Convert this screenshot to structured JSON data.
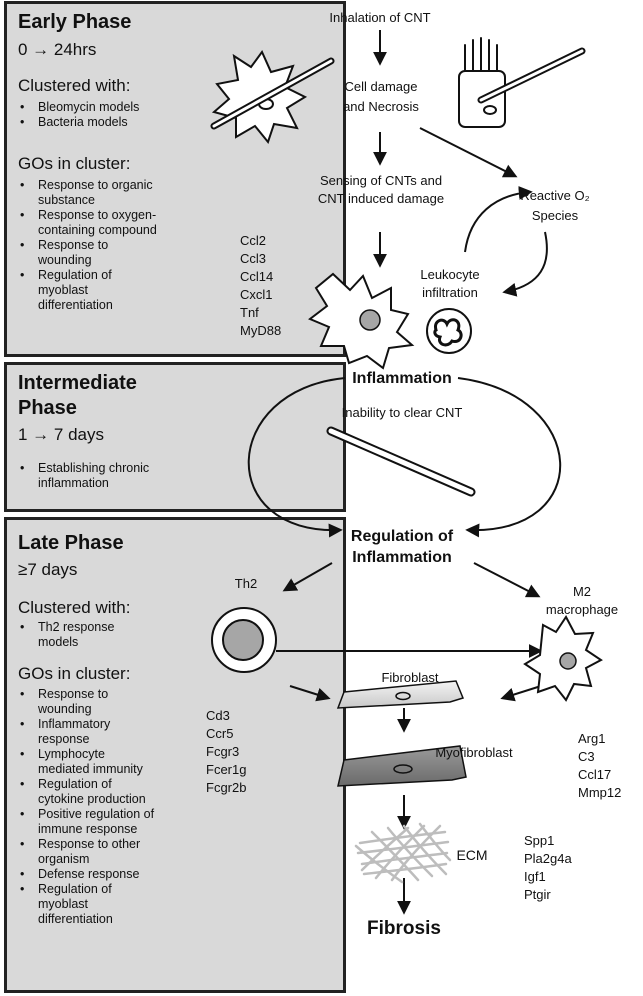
{
  "early": {
    "title": "Early Phase",
    "time": "0 → 24hrs",
    "clustered_heading": "Clustered with:",
    "clustered": [
      "Bleomycin models",
      "Bacteria models"
    ],
    "gos_heading": "GOs in cluster:",
    "gos": [
      "Response to organic substance",
      "Response to oxygen-containing compound",
      "Response to wounding",
      "Regulation of myoblast differentiation"
    ]
  },
  "intermediate": {
    "title_line1": "Intermediate",
    "title_line2": "Phase",
    "time": "1 → 7 days",
    "items": [
      "Establishing chronic inflammation"
    ]
  },
  "late": {
    "title": "Late Phase",
    "time": "≥7 days",
    "clustered_heading": "Clustered with:",
    "clustered": [
      "Th2 response models"
    ],
    "gos_heading": "GOs in cluster:",
    "gos": [
      "Response to wounding",
      "Inflammatory response",
      "Lymphocyte mediated immunity",
      "Regulation of cytokine production",
      "Positive regulation of immune response",
      "Response to other organism",
      "Defense response",
      "Regulation of myoblast differentiation"
    ]
  },
  "diagram": {
    "inhalation": "Inhalation of CNT",
    "cell_damage": "Cell damage and Necrosis",
    "sensing": "Sensing of CNTs and CNT induced damage",
    "ros": "Reactive O₂ Species",
    "leukocyte": "Leukocyte infiltration",
    "inflammation": "Inflammation",
    "inability": "Inability to clear CNT",
    "regulation": "Regulation of Inflammation",
    "th2": "Th2",
    "m2": "M2 macrophage",
    "fibroblast": "Fibroblast",
    "myofibroblast": "Myofibroblast",
    "ecm": "ECM",
    "fibrosis": "Fibrosis",
    "genes_inflammation": [
      "Ccl2",
      "Ccl3",
      "Ccl14",
      "Cxcl1",
      "Tnf",
      "MyD88"
    ],
    "genes_th2": [
      "Cd3",
      "Ccr5",
      "Fcgr3",
      "Fcer1g",
      "Fcgr2b"
    ],
    "genes_m2": [
      "Arg1",
      "C3",
      "Ccl17",
      "Mmp12"
    ],
    "genes_ecm": [
      "Spp1",
      "Pla2g4a",
      "Igf1",
      "Ptgir"
    ]
  }
}
